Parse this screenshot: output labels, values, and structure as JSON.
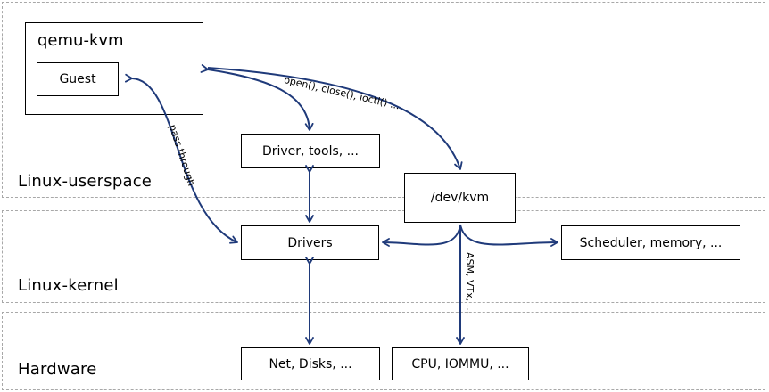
{
  "layers": {
    "userspace": "Linux-userspace",
    "kernel": "Linux-kernel",
    "hardware": "Hardware"
  },
  "nodes": {
    "qemu_kvm": "qemu-kvm",
    "guest": "Guest",
    "driver_tools": "Driver, tools, ...",
    "dev_kvm": "/dev/kvm",
    "drivers": "Drivers",
    "scheduler": "Scheduler, memory, ...",
    "net_disks": "Net, Disks, ...",
    "cpu_iommu": "CPU, IOMMU, ..."
  },
  "edge_labels": {
    "syscalls": "open(), close(), ioctl() ...",
    "pass_through": "pass through",
    "asm_vtx": "ASM, VTx, ..."
  },
  "colors": {
    "arrow": "#1f3a7a",
    "layer_border": "#a8a8a8"
  }
}
